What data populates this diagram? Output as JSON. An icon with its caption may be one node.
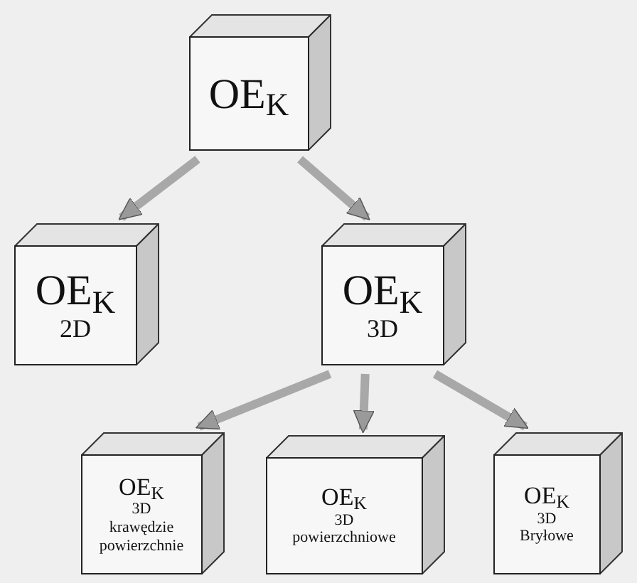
{
  "diagram": {
    "nodes": [
      {
        "text": [
          "OE$_{K}$"
        ]
      },
      {
        "text": [
          "OE$_{K}$",
          "2D"
        ]
      },
      {
        "text": [
          "OE$_{K}$",
          "3D"
        ]
      },
      {
        "text": [
          "OE$_{K}$",
          "3D",
          "krawędzie powierzchnie"
        ]
      },
      {
        "text": [
          "OE$_{K}$",
          "3D",
          "powierzchniowe"
        ]
      },
      {
        "text": [
          "OE$_{K}$",
          "3D",
          "Bryłowe"
        ]
      }
    ],
    "edges": [
      {
        "from": 0,
        "to": 1,
        "arrow": "to"
      },
      {
        "from": 0,
        "to": 2,
        "arrow": "to"
      },
      {
        "from": 2,
        "to": 3,
        "arrow": "to"
      },
      {
        "from": 2,
        "to": 4,
        "arrow": "to"
      },
      {
        "from": 2,
        "to": 5,
        "arrow": "to"
      }
    ]
  }
}
